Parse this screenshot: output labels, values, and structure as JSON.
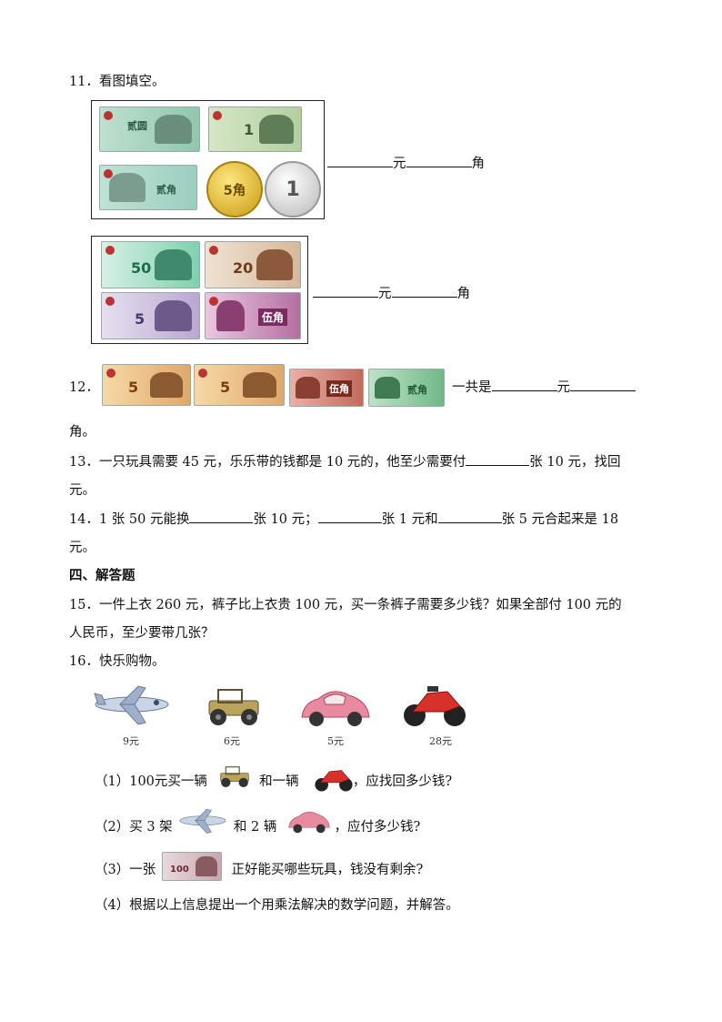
{
  "q11": {
    "label": "11．看图填空。",
    "yuan": "元",
    "jiao": "角"
  },
  "q12": {
    "label": "12．",
    "text_a": "一共是",
    "yuan": "元",
    "jiao_line": "角。"
  },
  "q13": {
    "line1_a": "13．一只玩具需要 45 元，乐乐带的钱都是 10 元的，他至少需要付",
    "line1_b": "张 10 元，找回",
    "line2": "元。"
  },
  "q14": {
    "line1_a": "14．1 张 50 元能换",
    "line1_b": "张 10 元；",
    "line1_c": "张 1 元和",
    "line1_d": "张 5 元合起来是 18",
    "line2": "元。"
  },
  "section4": {
    "title": "四、解答题"
  },
  "q15": {
    "line1": "15．一件上衣 260 元，裤子比上衣贵 100 元，买一条裤子需要多少钱？如果全部付 100 元的",
    "line2": "人民币，至少要带几张？"
  },
  "q16": {
    "label": "16．快乐购物。",
    "prices": [
      "9元",
      "6元",
      "5元",
      "28元"
    ],
    "s1_a": "（1）100元买一辆",
    "s1_b": "和一辆",
    "s1_c": "，应找回多少钱?",
    "s2_a": "（2）买 3 架",
    "s2_b": "和 2 辆",
    "s2_c": "，应付多少钱?",
    "s3_a": "（3）一张",
    "s3_b": "正好能买哪些玩具，钱没有剩余?",
    "s4": "（4）根据以上信息提出一个用乘法解决的数学问题，并解答。"
  },
  "money": {
    "box1": {
      "note_a": "贰圆",
      "note_b": "1",
      "note_c": "贰角",
      "coin_a": "5角",
      "coin_b": "1"
    },
    "box2": {
      "note_a": "50",
      "note_b": "20",
      "note_c": "5",
      "note_d": "伍角"
    },
    "q12": {
      "note_a": "5",
      "note_b": "5",
      "note_c": "伍角",
      "note_d": "贰角"
    },
    "q16": {
      "note": "100"
    }
  }
}
